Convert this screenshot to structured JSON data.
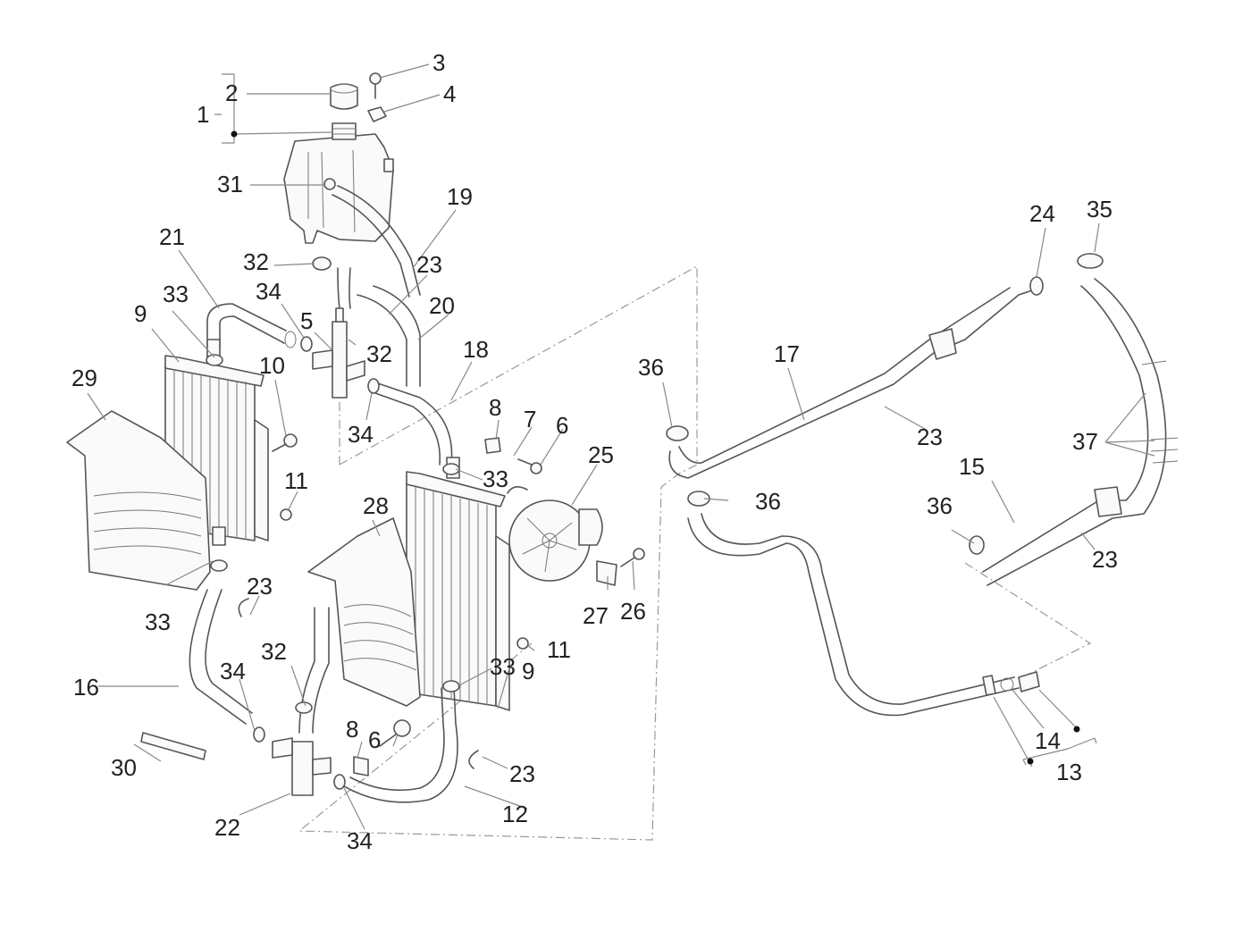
{
  "diagram": {
    "type": "exploded parts diagram",
    "subject": "Cooling system - radiators, expansion tank, fan and coolant hoses",
    "callouts": [
      {
        "id": "c1",
        "text": "1",
        "part": "expansion tank assembly"
      },
      {
        "id": "c2",
        "text": "2",
        "part": "expansion tank cap"
      },
      {
        "id": "c3",
        "text": "3",
        "part": "screw"
      },
      {
        "id": "c4",
        "text": "4",
        "part": "clip nut"
      },
      {
        "id": "c5",
        "text": "5",
        "part": "upper junction fitting"
      },
      {
        "id": "c6a",
        "text": "6",
        "part": "screw"
      },
      {
        "id": "c6b",
        "text": "6",
        "part": "screw"
      },
      {
        "id": "c7",
        "text": "7",
        "part": "washer"
      },
      {
        "id": "c8a",
        "text": "8",
        "part": "clip nut"
      },
      {
        "id": "c8b",
        "text": "8",
        "part": "clip nut"
      },
      {
        "id": "c9a",
        "text": "9",
        "part": "radiator (left)"
      },
      {
        "id": "c9b",
        "text": "9",
        "part": "radiator (right)"
      },
      {
        "id": "c10",
        "text": "10",
        "part": "screw"
      },
      {
        "id": "c11a",
        "text": "11",
        "part": "nut"
      },
      {
        "id": "c11b",
        "text": "11",
        "part": "nut"
      },
      {
        "id": "c12",
        "text": "12",
        "part": "hose"
      },
      {
        "id": "c13",
        "text": "13",
        "part": "pipe assembly"
      },
      {
        "id": "c14",
        "text": "14",
        "part": "o-ring"
      },
      {
        "id": "c15",
        "text": "15",
        "part": "hose"
      },
      {
        "id": "c16",
        "text": "16",
        "part": "hose"
      },
      {
        "id": "c17",
        "text": "17",
        "part": "hose"
      },
      {
        "id": "c18",
        "text": "18",
        "part": "hose"
      },
      {
        "id": "c19",
        "text": "19",
        "part": "hose"
      },
      {
        "id": "c20",
        "text": "20",
        "part": "hose"
      },
      {
        "id": "c21",
        "text": "21",
        "part": "hose"
      },
      {
        "id": "c22",
        "text": "22",
        "part": "lower junction fitting"
      },
      {
        "id": "c23a",
        "text": "23",
        "part": "clamp"
      },
      {
        "id": "c23b",
        "text": "23",
        "part": "clamp"
      },
      {
        "id": "c23c",
        "text": "23",
        "part": "clamp"
      },
      {
        "id": "c23d",
        "text": "23",
        "part": "clamp"
      },
      {
        "id": "c23e",
        "text": "23",
        "part": "clamp"
      },
      {
        "id": "c24",
        "text": "24",
        "part": "clamp"
      },
      {
        "id": "c25",
        "text": "25",
        "part": "electric fan"
      },
      {
        "id": "c26",
        "text": "26",
        "part": "screw"
      },
      {
        "id": "c27",
        "text": "27",
        "part": "bracket"
      },
      {
        "id": "c28",
        "text": "28",
        "part": "radiator cover (right)"
      },
      {
        "id": "c29",
        "text": "29",
        "part": "radiator cover (left)"
      },
      {
        "id": "c30",
        "text": "30",
        "part": "seal strip"
      },
      {
        "id": "c31",
        "text": "31",
        "part": "grommet"
      },
      {
        "id": "c32a",
        "text": "32",
        "part": "clamp"
      },
      {
        "id": "c32b",
        "text": "32",
        "part": "clamp"
      },
      {
        "id": "c32c",
        "text": "32",
        "part": "clamp"
      },
      {
        "id": "c33a",
        "text": "33",
        "part": "clamp"
      },
      {
        "id": "c33b",
        "text": "33",
        "part": "clamp"
      },
      {
        "id": "c33c",
        "text": "33",
        "part": "clamp"
      },
      {
        "id": "c33d",
        "text": "33",
        "part": "clamp"
      },
      {
        "id": "c34a",
        "text": "34",
        "part": "clamp"
      },
      {
        "id": "c34b",
        "text": "34",
        "part": "clamp"
      },
      {
        "id": "c34c",
        "text": "34",
        "part": "clamp"
      },
      {
        "id": "c34d",
        "text": "34",
        "part": "clamp"
      },
      {
        "id": "c35",
        "text": "35",
        "part": "clamp"
      },
      {
        "id": "c36a",
        "text": "36",
        "part": "clamp"
      },
      {
        "id": "c36b",
        "text": "36",
        "part": "clamp"
      },
      {
        "id": "c36c",
        "text": "36",
        "part": "clamp"
      },
      {
        "id": "c37",
        "text": "37",
        "part": "hose clips"
      }
    ]
  }
}
